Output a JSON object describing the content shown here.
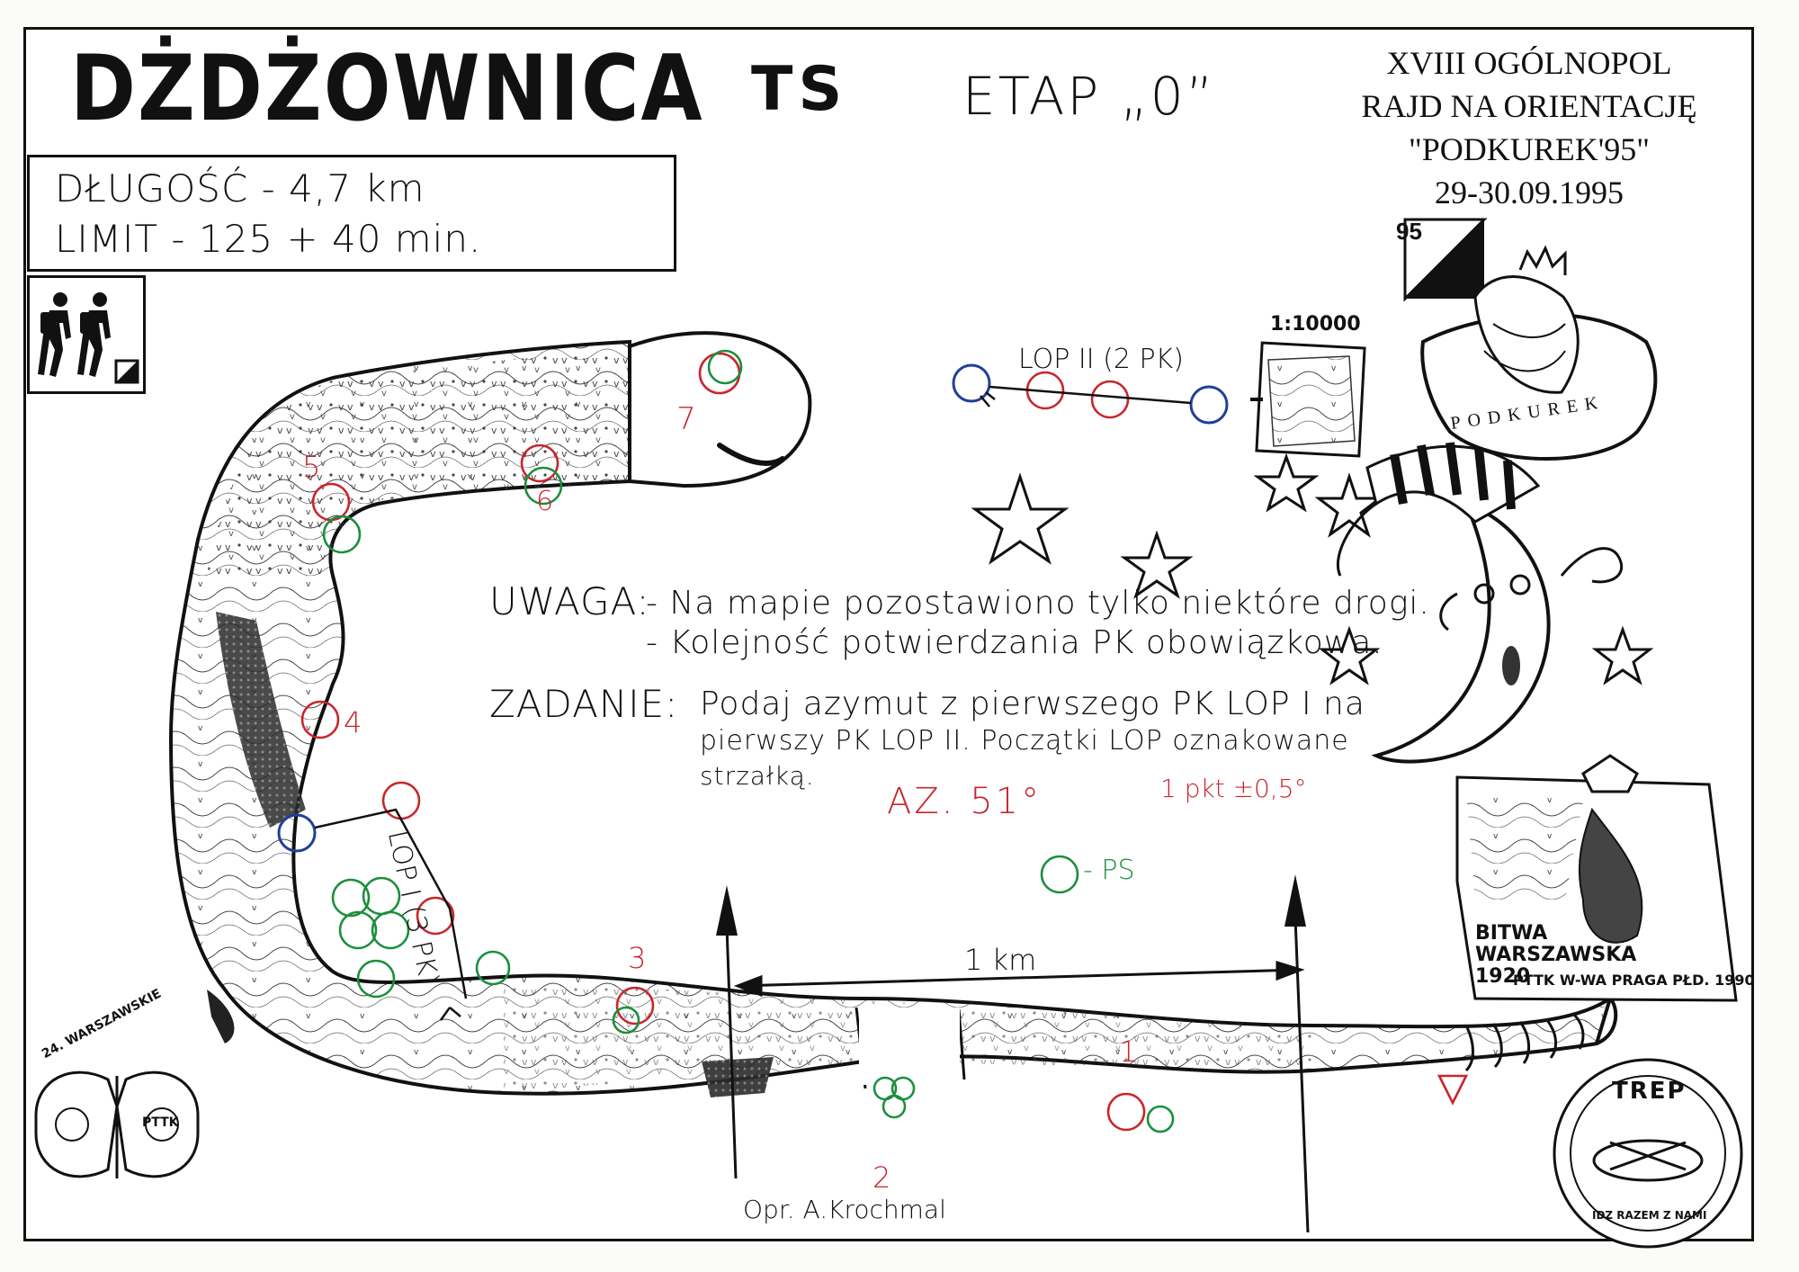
{
  "header": {
    "title": "DŻDŻOWNICA",
    "category": "TS",
    "stage": "ETAP „0”",
    "event": {
      "line1": "XVIII OGÓLNOPOL",
      "line2": "RAJD NA ORIENTACJĘ",
      "line3": "\"PODKUREK'95\"",
      "line4": "29-30.09.1995"
    }
  },
  "info": {
    "length": "DŁUGOŚĆ - 4,7 km",
    "limit": "LIMIT -  125 + 40 min."
  },
  "logos": {
    "podkurek_year": "95",
    "podkurek_text": "PODKUREK",
    "bitwa_text": "BITWA WARSZAWSKA 1920",
    "bitwa_sub": "PTTK W-WA PRAGA PŁD. 1990",
    "trep_text": "TREP",
    "trep_sub": "IDZ RAZEM Z NAMI",
    "warszawskie_text": "24. WARSZAWSKIE",
    "pttk": "PTTK"
  },
  "map": {
    "scale": "1:10000",
    "lop2_label": "LOP II (2 PK)",
    "lop1_label": "LOP I (3 PK)",
    "scale_bar_label": "1 km",
    "author": "Opr. A.Krochmal",
    "control_numbers": [
      "1",
      "2",
      "3",
      "4",
      "5",
      "6",
      "7"
    ],
    "ps_label": "- PS"
  },
  "notes": {
    "uwaga_label": "UWAGA:",
    "uwaga_1": "- Na mapie pozostawiono tylko niektóre drogi.",
    "uwaga_2": "- Kolejność potwierdzania PK obowiązkowa.",
    "zadanie_label": "ZADANIE:",
    "zadanie_1": "Podaj azymut z pierwszego PK LOP I na",
    "zadanie_2": "pierwszy PK LOP II. Początki LOP oznakowane",
    "zadanie_3": "strzałką.",
    "answer": "AZ. 51°",
    "points": "1 pkt ±0,5°"
  },
  "colors": {
    "ink": "#111111",
    "red_marker": "#c8262b",
    "green_marker": "#1c8f3c",
    "blue_marker": "#1f3f9a"
  }
}
